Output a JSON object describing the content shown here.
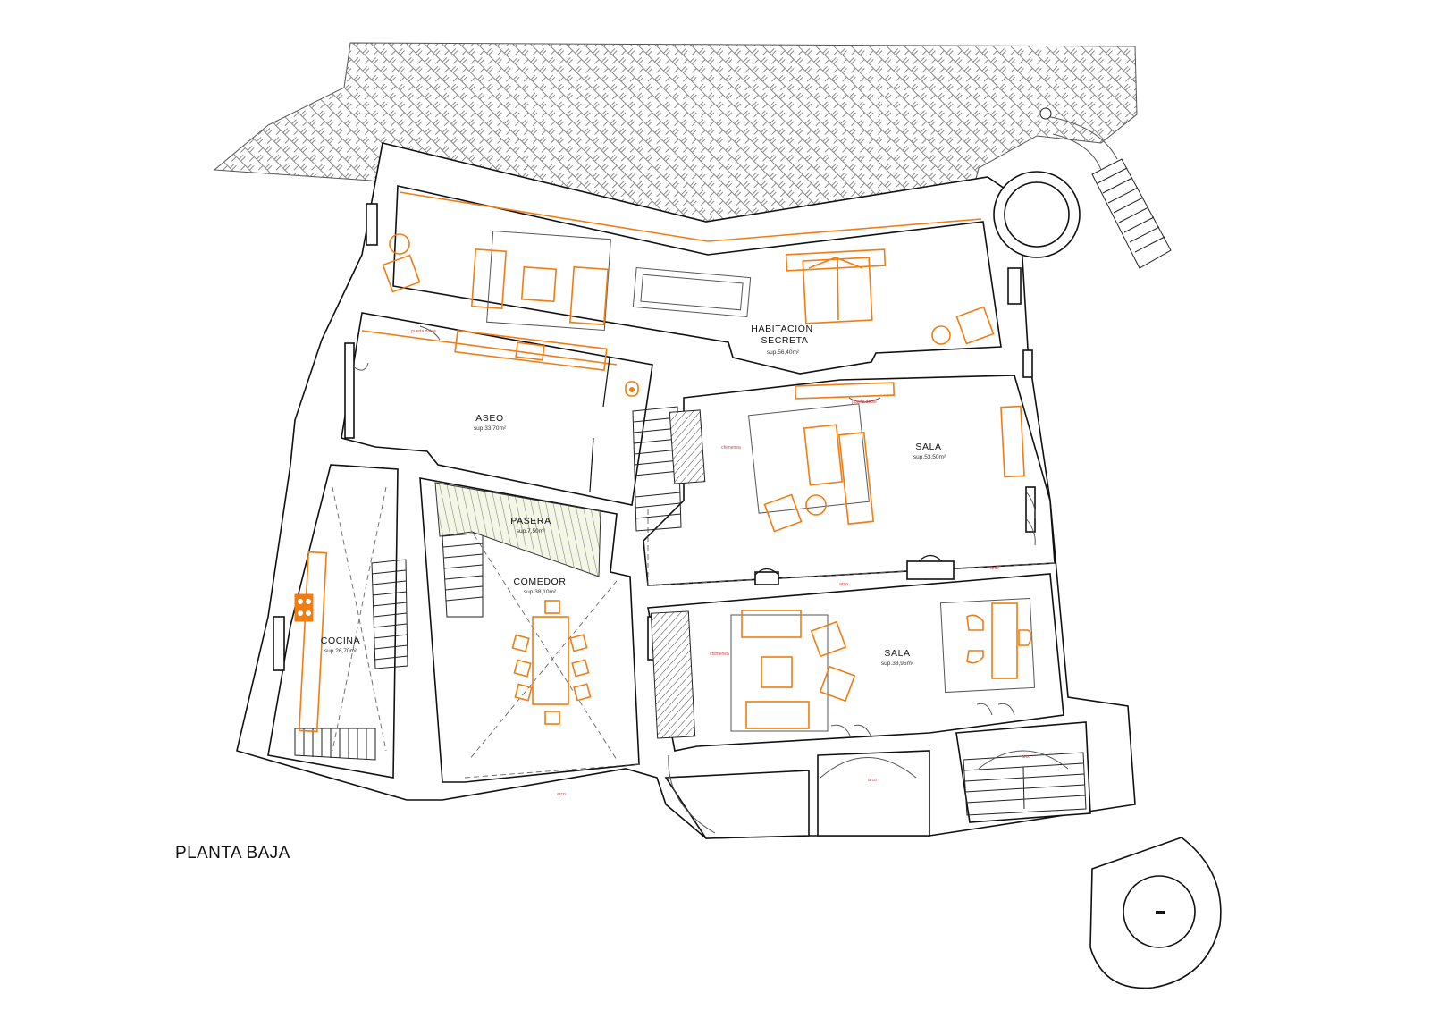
{
  "title": "PLANTA BAJA",
  "colors": {
    "walls": "#111111",
    "furniture": "#f07c12",
    "notes": "#e23b3b",
    "paving": "#777777"
  },
  "rooms": {
    "habitacion": {
      "name_1": "HABITACIÓN",
      "name_2": "SECRETA",
      "area": "sup.56,40m²"
    },
    "aseo": {
      "name": "ASEO",
      "area": "sup.33,70m²"
    },
    "sala_1": {
      "name": "SALA",
      "area": "sup.53,50m²"
    },
    "pasera": {
      "name": "PASERA",
      "area": "sup.7,50m²"
    },
    "comedor": {
      "name": "COMEDOR",
      "area": "sup.38,10m²"
    },
    "cocina": {
      "name": "COCINA",
      "area": "sup.26,70m²"
    },
    "sala_2": {
      "name": "SALA",
      "area": "sup.38,95m²"
    }
  },
  "notes": {
    "puerta_1": "puerta doble",
    "puerta_2": "puerta doble",
    "chimenea_1": "chimenea",
    "chimenea_2": "chimenea",
    "arco_1": "arco",
    "arco_2": "arco",
    "arco_3": "arco",
    "arco_4": "arco",
    "arco_5": "arco"
  },
  "icons": [
    "round-chair-icon",
    "armchair-icon",
    "sofa-icon",
    "bed-icon",
    "toilet-icon",
    "stove-icon",
    "well-icon",
    "spiral-stair-icon"
  ]
}
